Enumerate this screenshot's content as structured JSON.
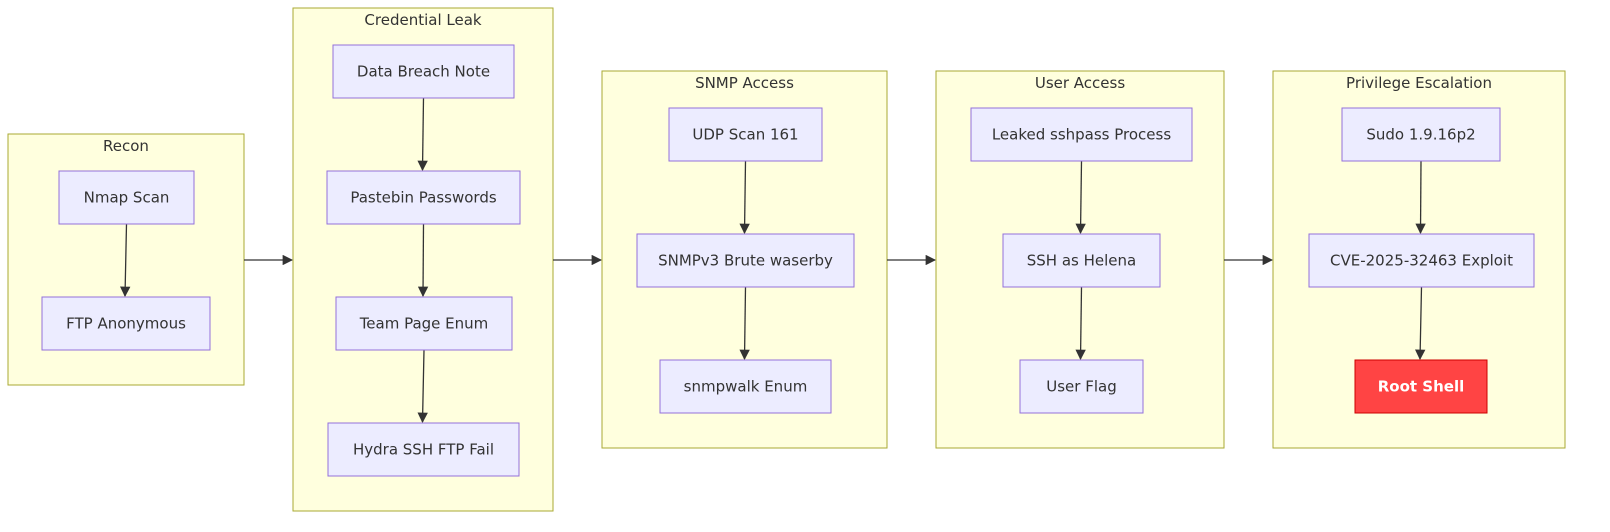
{
  "colors": {
    "cluster_fill": "#ffffde",
    "cluster_stroke": "#aaaa33",
    "node_fill": "#ececff",
    "node_stroke": "#9370db",
    "highlight_fill": "#ff4444",
    "highlight_text": "#ffffff",
    "edge": "#333333"
  },
  "clusters": [
    {
      "id": "recon",
      "label": "Recon"
    },
    {
      "id": "credleak",
      "label": "Credential Leak"
    },
    {
      "id": "snmp",
      "label": "SNMP Access"
    },
    {
      "id": "user",
      "label": "User Access"
    },
    {
      "id": "privesc",
      "label": "Privilege Escalation"
    }
  ],
  "nodes": [
    {
      "id": "nmap",
      "cluster": "recon",
      "label": "Nmap Scan"
    },
    {
      "id": "ftp",
      "cluster": "recon",
      "label": "FTP Anonymous"
    },
    {
      "id": "breach",
      "cluster": "credleak",
      "label": "Data Breach Note"
    },
    {
      "id": "pastebin",
      "cluster": "credleak",
      "label": "Pastebin Passwords"
    },
    {
      "id": "team",
      "cluster": "credleak",
      "label": "Team Page Enum"
    },
    {
      "id": "hydra",
      "cluster": "credleak",
      "label": "Hydra SSH FTP Fail"
    },
    {
      "id": "udp",
      "cluster": "snmp",
      "label": "UDP Scan 161"
    },
    {
      "id": "brute",
      "cluster": "snmp",
      "label": "SNMPv3 Brute waserby"
    },
    {
      "id": "walk",
      "cluster": "snmp",
      "label": "snmpwalk Enum"
    },
    {
      "id": "sshpass",
      "cluster": "user",
      "label": "Leaked sshpass Process"
    },
    {
      "id": "helena",
      "cluster": "user",
      "label": "SSH as Helena"
    },
    {
      "id": "userflag",
      "cluster": "user",
      "label": "User Flag"
    },
    {
      "id": "sudo",
      "cluster": "privesc",
      "label": "Sudo 1.9.16p2"
    },
    {
      "id": "cve",
      "cluster": "privesc",
      "label": "CVE-2025-32463 Exploit"
    },
    {
      "id": "root",
      "cluster": "privesc",
      "label": "Root Shell",
      "highlight": true
    }
  ],
  "edges": [
    {
      "from": "nmap",
      "to": "ftp"
    },
    {
      "from": "breach",
      "to": "pastebin"
    },
    {
      "from": "pastebin",
      "to": "team"
    },
    {
      "from": "team",
      "to": "hydra"
    },
    {
      "from": "udp",
      "to": "brute"
    },
    {
      "from": "brute",
      "to": "walk"
    },
    {
      "from": "sshpass",
      "to": "helena"
    },
    {
      "from": "helena",
      "to": "userflag"
    },
    {
      "from": "sudo",
      "to": "cve"
    },
    {
      "from": "cve",
      "to": "root"
    },
    {
      "from": "recon",
      "to": "credleak"
    },
    {
      "from": "credleak",
      "to": "snmp"
    },
    {
      "from": "snmp",
      "to": "user"
    },
    {
      "from": "user",
      "to": "privesc"
    }
  ]
}
